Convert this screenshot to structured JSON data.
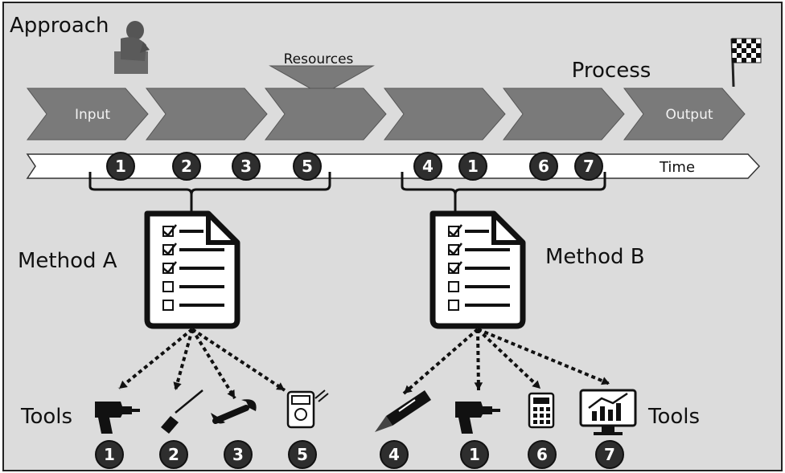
{
  "approach_label": "Approach",
  "resources_label": "Resources",
  "process_label": "Process",
  "time_label": "Time",
  "stages": [
    "Input",
    "",
    "",
    "",
    "",
    "Output"
  ],
  "timeline_badges_a": [
    "1",
    "2",
    "3",
    "5"
  ],
  "timeline_badges_b": [
    "4",
    "1",
    "6",
    "7"
  ],
  "method_a_label": "Method A",
  "method_b_label": "Method B",
  "tools_label": "Tools",
  "tools_a": [
    {
      "icon": "drill-icon",
      "number": "1"
    },
    {
      "icon": "screwdriver-icon",
      "number": "2"
    },
    {
      "icon": "wrench-icon",
      "number": "3"
    },
    {
      "icon": "multimeter-icon",
      "number": "5"
    }
  ],
  "tools_b": [
    {
      "icon": "utility-knife-icon",
      "number": "4"
    },
    {
      "icon": "drill-icon",
      "number": "1"
    },
    {
      "icon": "calculator-icon",
      "number": "6"
    },
    {
      "icon": "monitor-chart-icon",
      "number": "7"
    }
  ],
  "colors": {
    "background": "#dcdcdc",
    "chevron": "#7a7a7a",
    "badge": "#2e2e2e",
    "ink": "#111111"
  }
}
